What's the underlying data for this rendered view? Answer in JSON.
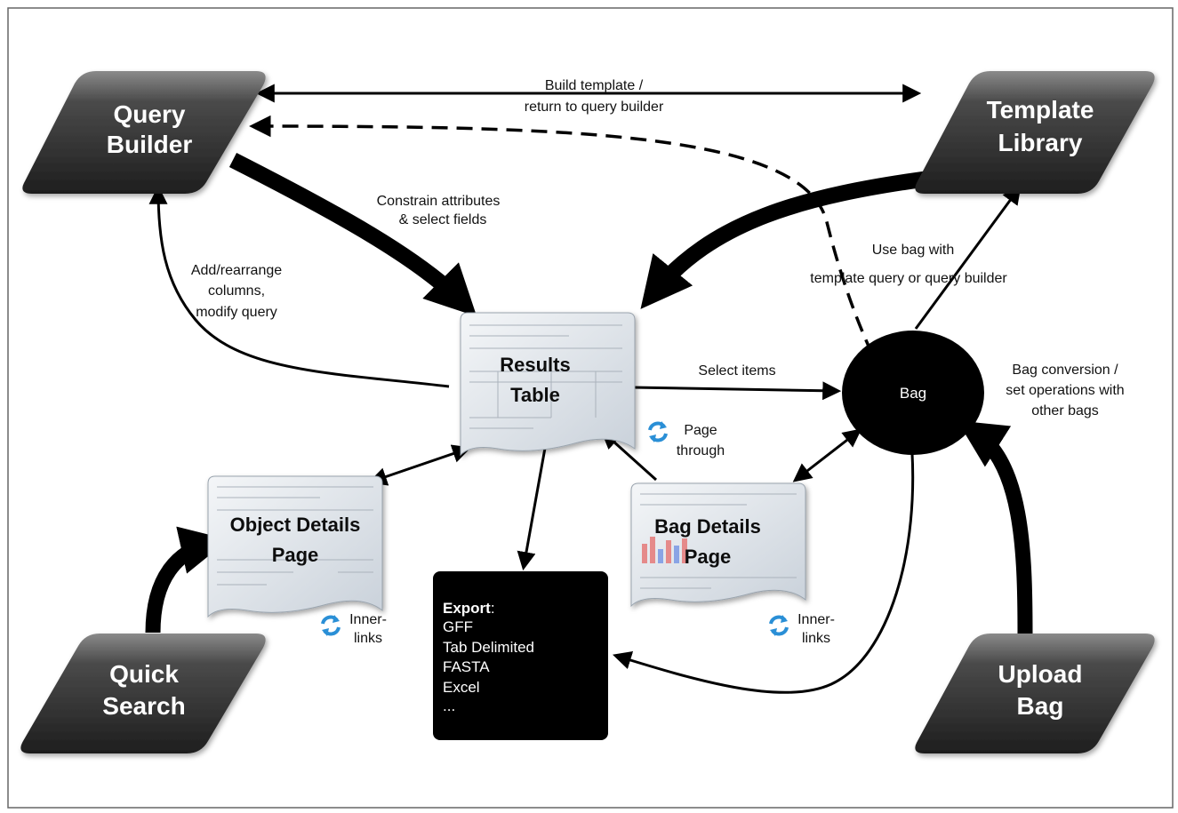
{
  "nodes": {
    "query_builder": [
      "Query",
      "Builder"
    ],
    "template_library": [
      "Template",
      "Library"
    ],
    "quick_search": [
      "Quick",
      "Search"
    ],
    "upload_bag": [
      "Upload",
      "Bag"
    ],
    "results_table": [
      "Results",
      "Table"
    ],
    "object_details": [
      "Object Details",
      "Page"
    ],
    "bag_details": [
      "Bag Details",
      "Page"
    ],
    "bag": "Bag",
    "export": {
      "title": "Export",
      "colon": ":",
      "items": [
        "GFF",
        "Tab Delimited",
        "FASTA",
        "Excel",
        "..."
      ]
    }
  },
  "edge_labels": {
    "build_template": [
      "Build template /",
      "return to query builder"
    ],
    "constrain": [
      "Constrain attributes",
      "& select fields"
    ],
    "add_rearrange": [
      "Add/rearrange",
      "columns,",
      "modify query"
    ],
    "use_bag": [
      "Use bag with",
      "template query or query builder"
    ],
    "select_items": "Select items",
    "bag_conversion": [
      "Bag conversion /",
      "set operations with",
      "other bags"
    ],
    "page_through": [
      "Page",
      "through"
    ],
    "inner_links_left": [
      "Inner-",
      "links"
    ],
    "inner_links_right": [
      "Inner-",
      "links"
    ]
  },
  "colors": {
    "box_dark": "#3a3a3a",
    "refresh_icon": "#2a8fd6"
  }
}
